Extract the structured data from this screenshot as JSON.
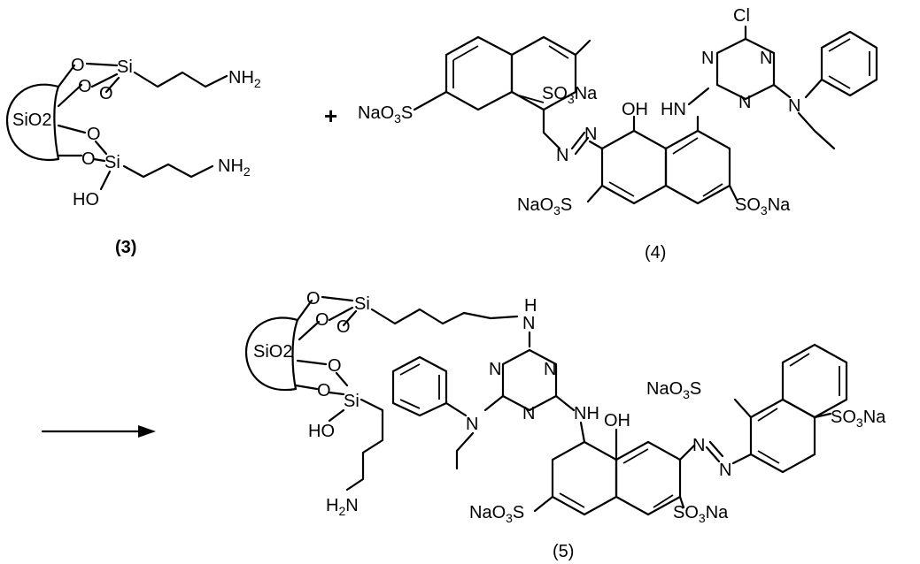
{
  "reactant_3": {
    "label": "(3)",
    "core": "SiO2",
    "top_chain_group": "NH2",
    "bottom_chain_group": "NH2",
    "si": "Si",
    "o": "O",
    "hydroxyl": "HO"
  },
  "plus_sign": "+",
  "reactant_4": {
    "label": "(4)",
    "cl": "Cl",
    "n": "N",
    "oh": "OH",
    "hn": "HN",
    "so3na": "SO3Na",
    "naso3s": "NaO3S",
    "naso3s_bottom": "NaO3S",
    "so3na_bottom": "SO3Na"
  },
  "product_5": {
    "label": "(5)",
    "core": "SiO2",
    "h": "H",
    "n": "N",
    "nh": "NH",
    "oh": "OH",
    "ho": "HO",
    "h2n": "H2N",
    "naso3s": "NaO3S",
    "so3na": "SO3Na",
    "naso3s_bottom": "NaO3S",
    "so3na_bottom": "SO3Na"
  },
  "colors": {
    "ink": "#000000",
    "background": "#ffffff"
  }
}
